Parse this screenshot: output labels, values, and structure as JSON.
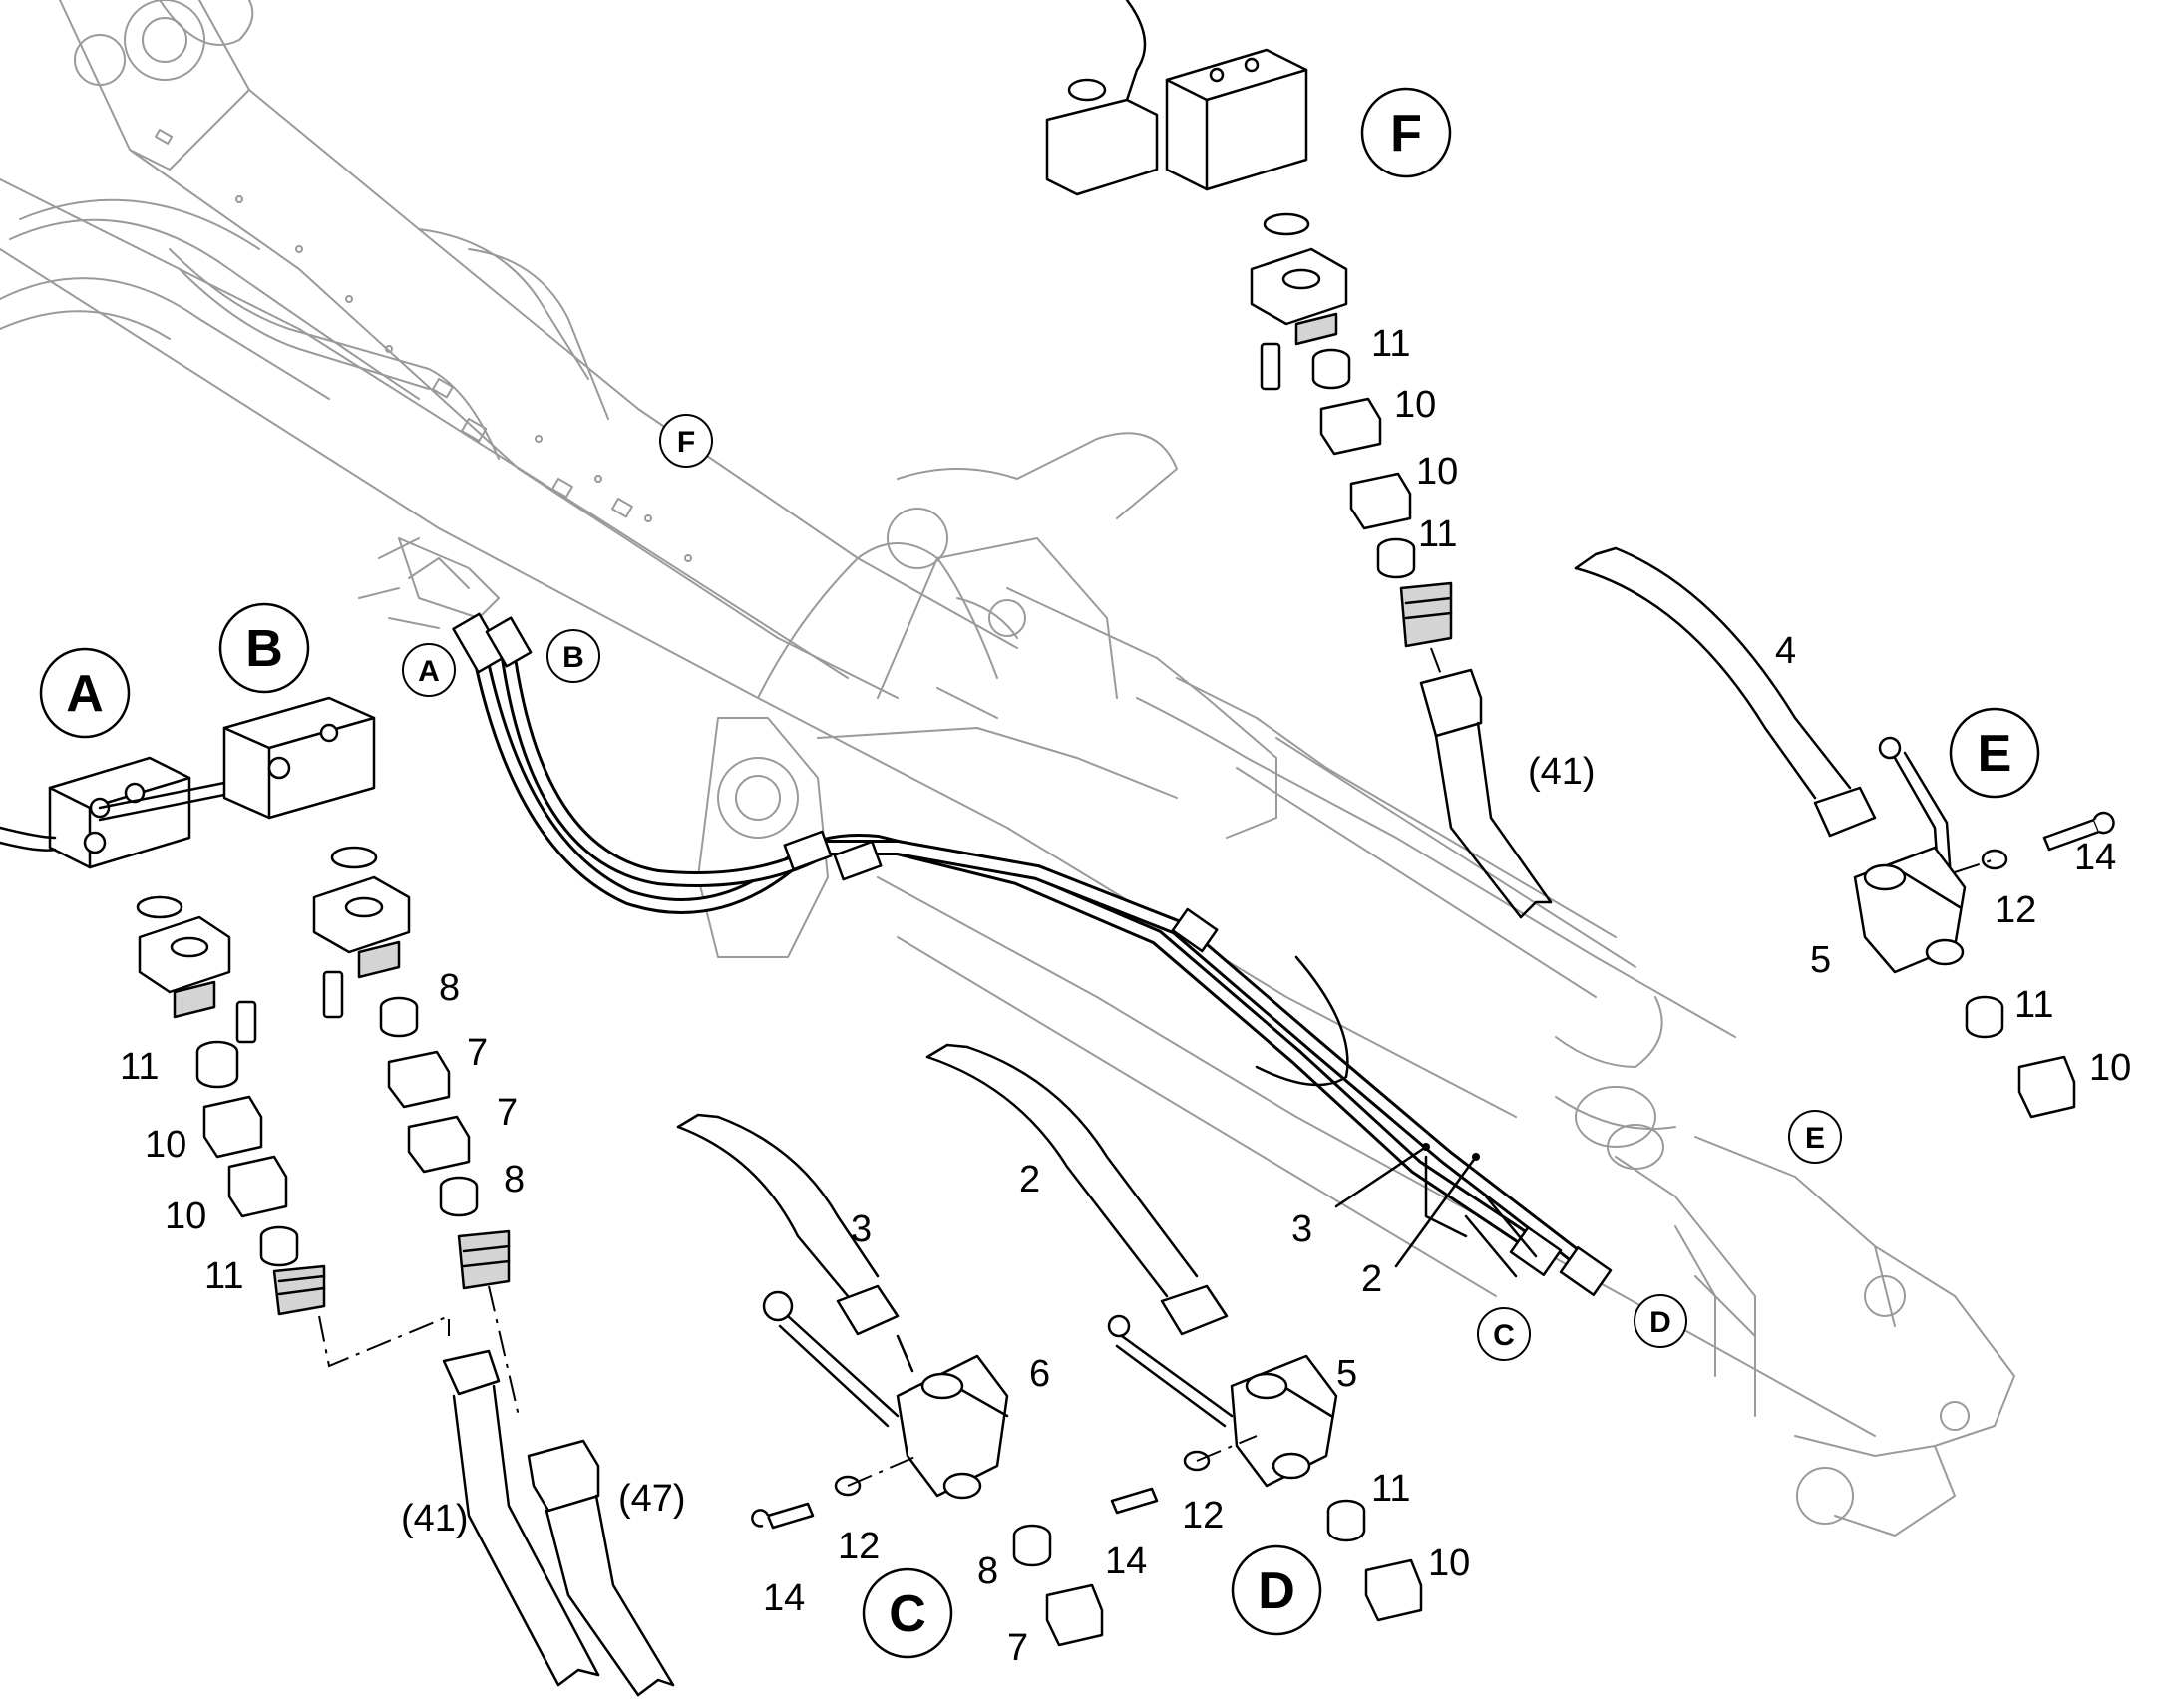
{
  "detail_views": {
    "A": "A",
    "B": "B",
    "C": "C",
    "D": "D",
    "E": "E",
    "F": "F"
  },
  "boom_markers": {
    "A": "A",
    "B": "B",
    "C": "C",
    "D": "D",
    "E": "E",
    "F": "F"
  },
  "part_labels": {
    "a_11_top": "11",
    "a_10_top": "10",
    "a_10_bottom": "10",
    "a_11_bottom": "11",
    "b_8_top": "8",
    "b_7_top": "7",
    "b_7_bottom": "7",
    "b_8_bottom": "8",
    "hose_41_left": "(41)",
    "hose_47": "(47)",
    "c_3": "3",
    "c_6": "6",
    "c_12": "12",
    "c_14": "14",
    "c_8": "8",
    "c_7": "7",
    "d_2": "2",
    "d_5": "5",
    "d_12": "12",
    "d_14": "14",
    "d_11": "11",
    "d_10": "10",
    "main_3": "3",
    "main_2": "2",
    "e_4": "4",
    "e_5": "5",
    "e_12": "12",
    "e_14": "14",
    "e_11": "11",
    "e_10": "10",
    "f_11_top": "11",
    "f_10_top": "10",
    "f_10_bottom": "10",
    "f_11_bottom": "11",
    "hose_41_right": "(41)"
  }
}
